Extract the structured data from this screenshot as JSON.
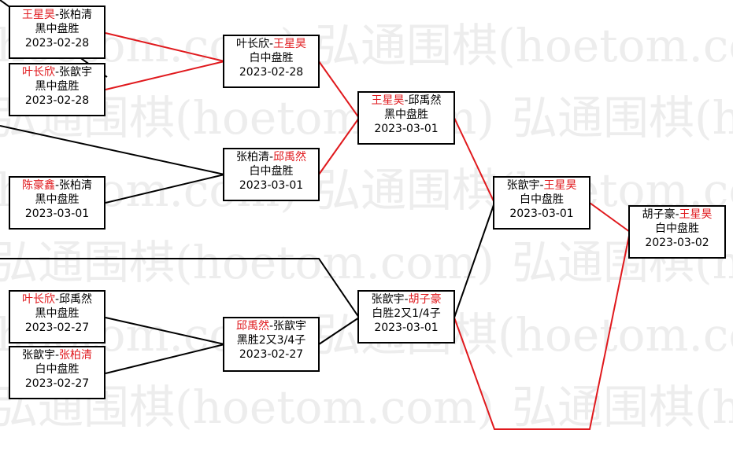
{
  "watermark": {
    "text": "弘通围棋(hoetom.com)"
  },
  "colors": {
    "winner": "#e0191d",
    "line": "#000000",
    "winner_line": "#e0191d"
  },
  "games": [
    {
      "id": "g1",
      "p1": "王星昊",
      "p2": "张柏清",
      "winner": 1,
      "result": "黑中盘胜",
      "date": "2023-02-28"
    },
    {
      "id": "g2",
      "p1": "叶长欣",
      "p2": "张歆宇",
      "winner": 1,
      "result": "黑中盘胜",
      "date": "2023-02-28"
    },
    {
      "id": "g3",
      "p1": "叶长欣",
      "p2": "王星昊",
      "winner": 2,
      "result": "白中盘胜",
      "date": "2023-02-28"
    },
    {
      "id": "g4",
      "p1": "王星昊",
      "p2": "邱禹然",
      "winner": 1,
      "result": "黑中盘胜",
      "date": "2023-03-01"
    },
    {
      "id": "g5",
      "p1": "张柏清",
      "p2": "邱禹然",
      "winner": 2,
      "result": "白中盘胜",
      "date": "2023-03-01"
    },
    {
      "id": "g6",
      "p1": "陈豪鑫",
      "p2": "张柏清",
      "winner": 1,
      "result": "黑中盘胜",
      "date": "2023-03-01"
    },
    {
      "id": "g7",
      "p1": "张歆宇",
      "p2": "王星昊",
      "winner": 2,
      "result": "白中盘胜",
      "date": "2023-03-01"
    },
    {
      "id": "g8",
      "p1": "胡子豪",
      "p2": "王星昊",
      "winner": 2,
      "result": "白中盘胜",
      "date": "2023-03-02"
    },
    {
      "id": "g9",
      "p1": "张歆宇",
      "p2": "胡子豪",
      "winner": 2,
      "result": "白胜2又1/4子",
      "date": "2023-03-01"
    },
    {
      "id": "g10",
      "p1": "叶长欣",
      "p2": "邱禹然",
      "winner": 1,
      "result": "黑中盘胜",
      "date": "2023-02-27"
    },
    {
      "id": "g11",
      "p1": "邱禹然",
      "p2": "张歆宇",
      "winner": 1,
      "result": "黑胜2又3/4子",
      "date": "2023-02-27"
    },
    {
      "id": "g12",
      "p1": "张歆宇",
      "p2": "张柏清",
      "winner": 2,
      "result": "白中盘胜",
      "date": "2023-02-27"
    }
  ]
}
